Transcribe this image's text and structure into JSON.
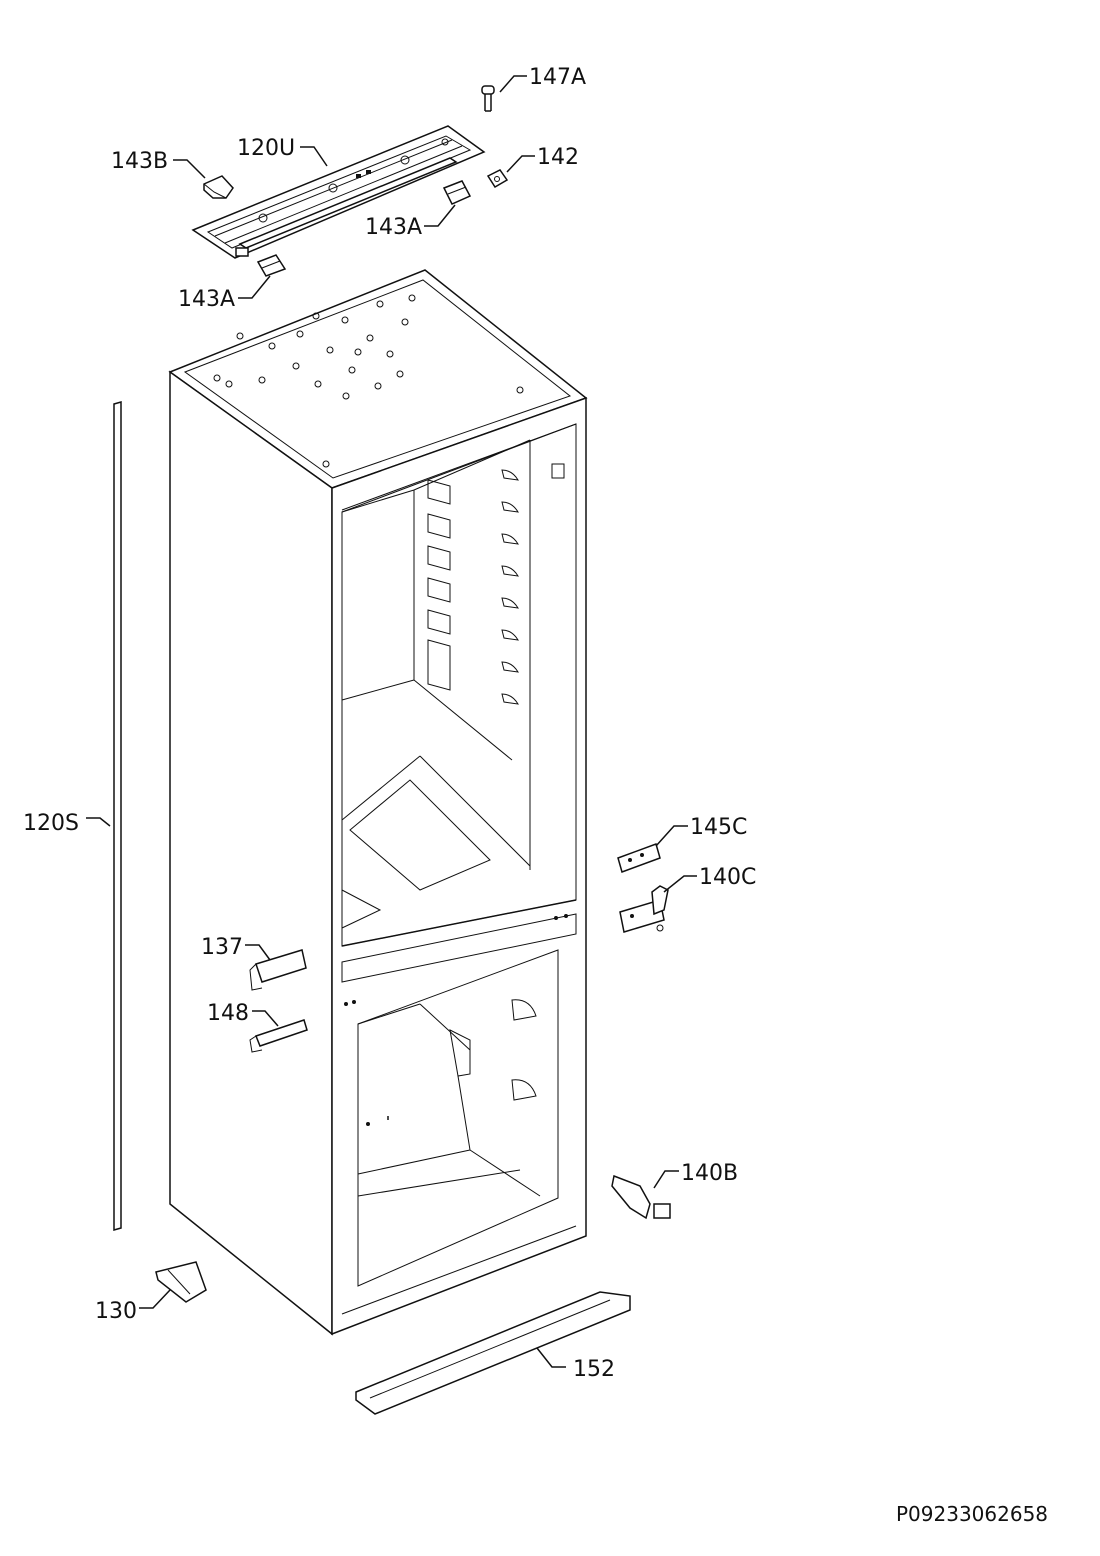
{
  "callouts": [
    {
      "id": "147A",
      "label": "147A"
    },
    {
      "id": "120U",
      "label": "120U"
    },
    {
      "id": "143B",
      "label": "143B"
    },
    {
      "id": "142",
      "label": "142"
    },
    {
      "id": "143A_right",
      "label": "143A"
    },
    {
      "id": "143A_left",
      "label": "143A"
    },
    {
      "id": "120S",
      "label": "120S"
    },
    {
      "id": "145C",
      "label": "145C"
    },
    {
      "id": "140C",
      "label": "140C"
    },
    {
      "id": "137",
      "label": "137"
    },
    {
      "id": "148",
      "label": "148"
    },
    {
      "id": "140B",
      "label": "140B"
    },
    {
      "id": "130",
      "label": "130"
    },
    {
      "id": "152",
      "label": "152"
    }
  ],
  "drawing_reference": "P09233062658"
}
